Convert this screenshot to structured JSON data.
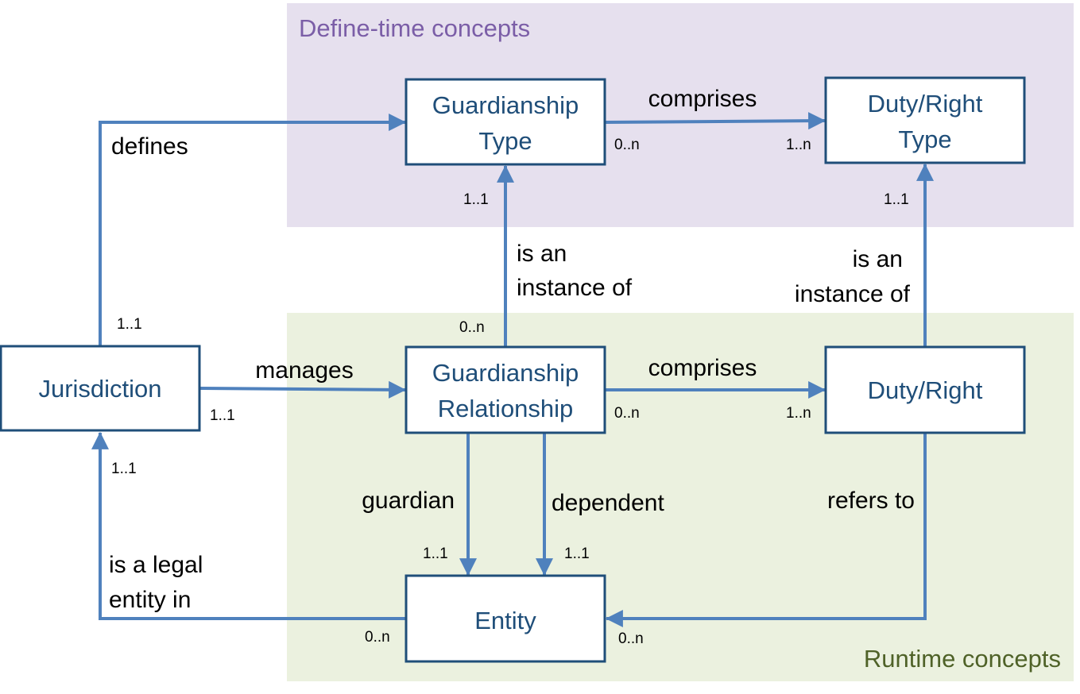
{
  "regions": {
    "define_time": {
      "title": "Define-time concepts",
      "fill": "#e6e0ee",
      "title_color": "#7b5ea7"
    },
    "runtime": {
      "title": "Runtime concepts",
      "fill": "#ebf1df",
      "title_color": "#4f6228"
    }
  },
  "colors": {
    "box_border": "#1f4e79",
    "box_text": "#1f4e79",
    "connector": "#4f81bd"
  },
  "nodes": {
    "guardianship_type": {
      "line1": "Guardianship",
      "line2": "Type"
    },
    "duty_right_type": {
      "line1": "Duty/Right",
      "line2": "Type"
    },
    "jurisdiction": {
      "label": "Jurisdiction"
    },
    "guardianship_relationship": {
      "line1": "Guardianship",
      "line2": "Relationship"
    },
    "duty_right": {
      "label": "Duty/Right"
    },
    "entity": {
      "label": "Entity"
    }
  },
  "edges": {
    "defines": {
      "label": "defines",
      "source_mult": "1..1"
    },
    "gt_comprises": {
      "label": "comprises",
      "source_mult": "0..n",
      "target_mult": "1..n"
    },
    "gr_instance": {
      "line1": "is an",
      "line2": "instance of",
      "source_mult": "0..n",
      "target_mult": "1..1"
    },
    "dr_instance": {
      "line1": "is an",
      "line2": "instance of",
      "target_mult": "1..1"
    },
    "manages": {
      "label": "manages",
      "source_mult": "1..1"
    },
    "gr_comprises": {
      "label": "comprises",
      "source_mult": "0..n",
      "target_mult": "1..n"
    },
    "guardian": {
      "label": "guardian",
      "target_mult": "1..1"
    },
    "dependent": {
      "label": "dependent",
      "target_mult": "1..1"
    },
    "refers_to": {
      "label": "refers to",
      "target_mult": "0..n"
    },
    "legal_entity": {
      "line1": "is a legal",
      "line2": "entity in",
      "source_mult": "0..n",
      "target_mult": "1..1"
    }
  }
}
